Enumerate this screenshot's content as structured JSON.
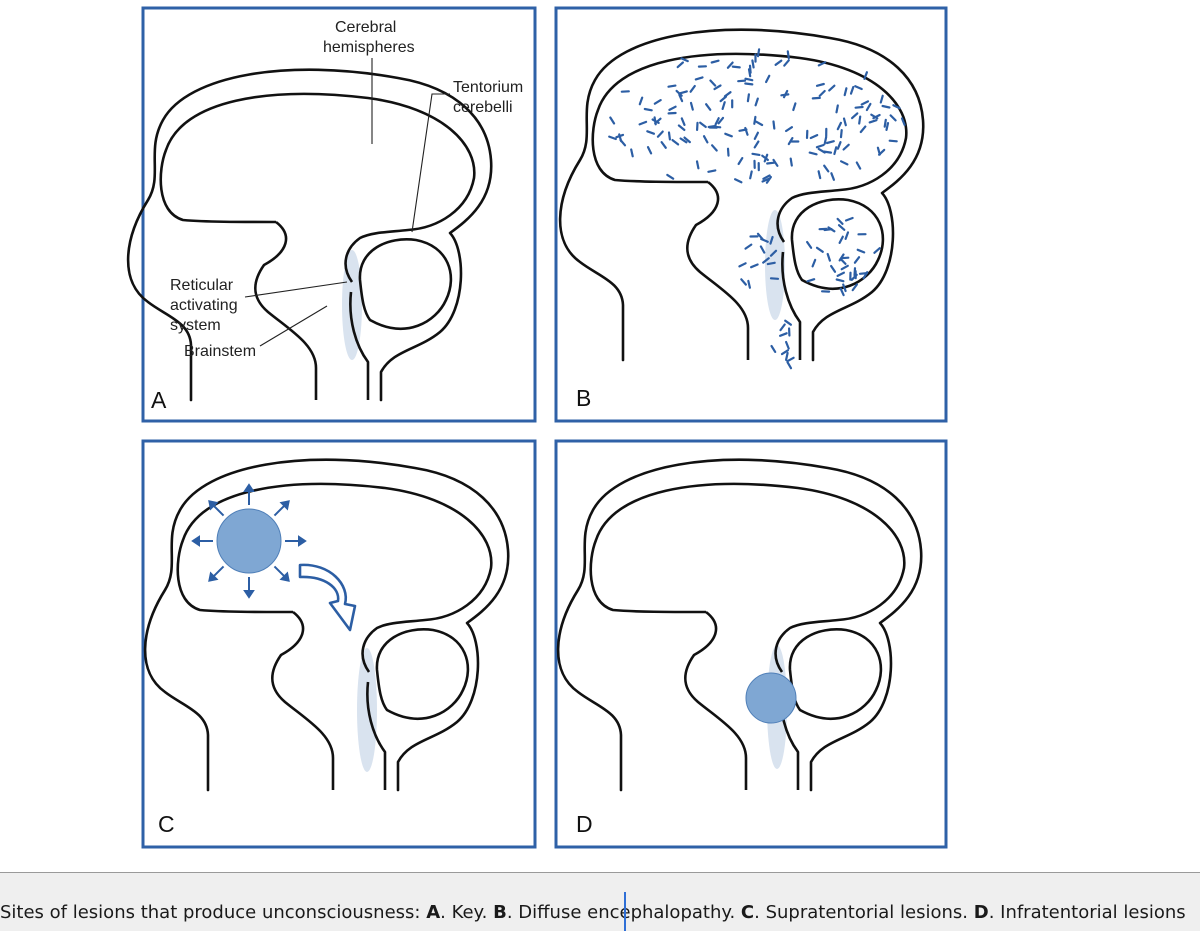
{
  "panels": [
    {
      "letter": "A",
      "labels": {
        "cerebral_1": "Cerebral",
        "cerebral_2": "hemispheres",
        "tentorium_1": "Tentorium",
        "tentorium_2": "cerebelli",
        "reticular_1": "Reticular",
        "reticular_2": "activating",
        "reticular_3": "system",
        "brainstem": "Brainstem"
      }
    },
    {
      "letter": "B"
    },
    {
      "letter": "C"
    },
    {
      "letter": "D"
    }
  ],
  "colors": {
    "frame": "#2f61a7",
    "reticular_activating_system": "#d9e3ef",
    "lesion": "#7fa7d3",
    "marks": "#2c5ea4"
  },
  "caption": {
    "lead": "Sites of lesions that produce unconsciousness: ",
    "a_letter": "A",
    "a_text": ". Key. ",
    "b_letter": "B",
    "b_text": ". Diffuse encephalopathy. ",
    "c_letter": "C",
    "c_text": ". Supratentorial lesions. ",
    "d_letter": "D",
    "d_text": ". Infratentorial lesions"
  }
}
